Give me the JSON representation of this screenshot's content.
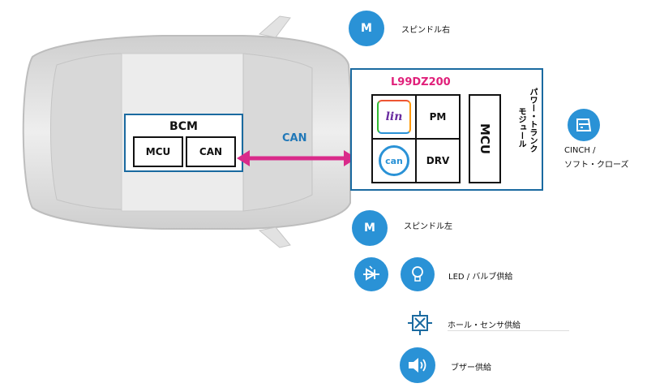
{
  "bcm": {
    "title": "BCM",
    "mcu": "MCU",
    "can": "CAN"
  },
  "bus": {
    "label": "CAN"
  },
  "module": {
    "part": "L99DZ200",
    "lin": "lin",
    "pm": "PM",
    "can_logo": "can",
    "drv": "DRV",
    "mcu": "MCU",
    "name_col1": "パワー・トランク",
    "name_col2": "モジュール"
  },
  "spindle_right": {
    "icon": "M",
    "label": "スピンドル右"
  },
  "spindle_left": {
    "icon": "M",
    "label": "スピンドル左"
  },
  "cinch": {
    "line1": "CINCH /",
    "line2": "ソフト・クローズ"
  },
  "led": {
    "label": "LED / バルブ供給"
  },
  "hall": {
    "label": "ホール・センサ供給"
  },
  "buzzer": {
    "label": "ブザー供給"
  },
  "colors": {
    "accent_blue": "#2a92d6",
    "part_magenta": "#e0207a",
    "can_arrow": "#d92a8a",
    "frame_blue": "#1a6aa0"
  }
}
